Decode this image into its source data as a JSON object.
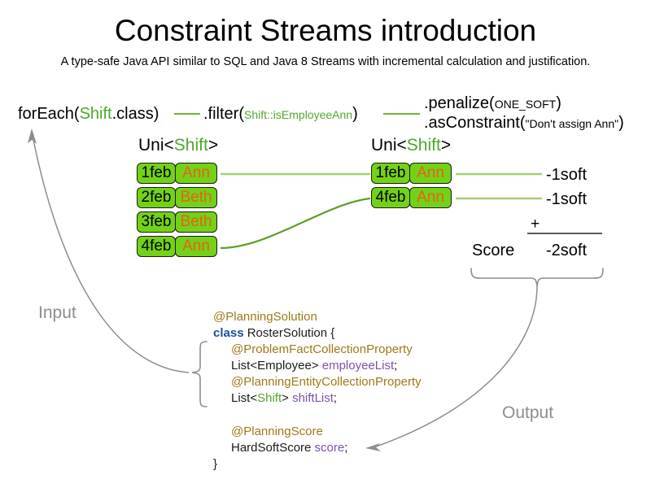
{
  "header": {
    "title": "Constraint Streams introduction",
    "subtitle": "A type-safe Java API similar to SQL and Java 8 Streams with incremental calculation and justification."
  },
  "pipeline": {
    "foreach": {
      "prefix": "forEach(",
      "type": "Shift",
      "suffix": ".class)"
    },
    "filter": {
      "prefix": ".filter(",
      "arg": "Shift::isEmployeeAnn",
      "suffix": ")"
    },
    "penalize": {
      "prefix": ".penalize(",
      "arg": "ONE_SOFT",
      "suffix": ")"
    },
    "as_constraint": {
      "prefix": ".asConstraint(",
      "arg": "\"Don't assign Ann\"",
      "suffix": ")"
    }
  },
  "streams": {
    "left": {
      "label_prefix": "Uni<",
      "label_type": "Shift",
      "label_suffix": ">",
      "rows": [
        {
          "date": "1feb",
          "employee": "Ann"
        },
        {
          "date": "2feb",
          "employee": "Beth"
        },
        {
          "date": "3feb",
          "employee": "Beth"
        },
        {
          "date": "4feb",
          "employee": "Ann"
        }
      ]
    },
    "right": {
      "label_prefix": "Uni<",
      "label_type": "Shift",
      "label_suffix": ">",
      "rows": [
        {
          "date": "1feb",
          "employee": "Ann"
        },
        {
          "date": "4feb",
          "employee": "Ann"
        }
      ]
    }
  },
  "score": {
    "penalties": [
      "-1soft",
      "-1soft"
    ],
    "operator": "+",
    "label": "Score",
    "total": "-2soft"
  },
  "annotations": {
    "input": "Input",
    "output": "Output"
  },
  "code": {
    "line_solution_anno": "@PlanningSolution",
    "line_class_kw": "class",
    "line_class_name": " RosterSolution {",
    "line_fact_anno": "@ProblemFactCollectionProperty",
    "line_fact_type": "List<Employee> ",
    "line_fact_field": "employeeList",
    "line_fact_semi": ";",
    "line_entity_anno": "@PlanningEntityCollectionProperty",
    "line_entity_type_a": "List<",
    "line_entity_type_b": "Shift",
    "line_entity_type_c": "> ",
    "line_entity_field": "shiftList",
    "line_entity_semi": ";",
    "line_score_anno": "@PlanningScore",
    "line_score_type": "HardSoftScore ",
    "line_score_field": "score",
    "line_score_semi": ";",
    "line_close_brace": "}"
  },
  "colors": {
    "chip_fill": "#73d216",
    "chip_border": "#1a1a1a",
    "employee_text": "#e8601c",
    "type_green": "#4ea72e",
    "connector_light": "#a5d071",
    "connector_dark": "#5f9e26",
    "annotation_brown": "#a07818",
    "keyword_blue": "#1c4f9c",
    "field_purple": "#7b52ab",
    "gray_arrow": "#8d8d8d"
  }
}
